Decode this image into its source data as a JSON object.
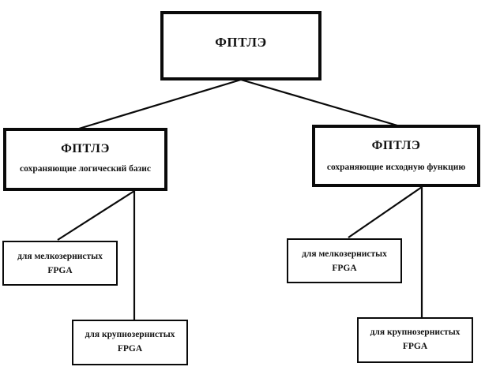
{
  "diagram": {
    "type": "tree",
    "language": "ru",
    "background_color": "#ffffff",
    "line_color": "#0a0a0a",
    "text_color": "#111111",
    "nodes": {
      "root": {
        "title": "ФПТЛЭ",
        "subtitle": ""
      },
      "logic_basis": {
        "title": "ФПТЛЭ",
        "subtitle": "сохраняющие логический базис"
      },
      "source_function": {
        "title": "ФПТЛЭ",
        "subtitle": "сохраняющие исходную функцию"
      },
      "left_fine": {
        "line1": "для мелкозернистых",
        "line2": "FPGA"
      },
      "left_coarse": {
        "line1": "для крупнозернистых",
        "line2": "FPGA"
      },
      "right_fine": {
        "line1": "для мелкозернистых",
        "line2": "FPGA"
      },
      "right_coarse": {
        "line1": "для крупнозернистых",
        "line2": "FPGA"
      }
    }
  }
}
